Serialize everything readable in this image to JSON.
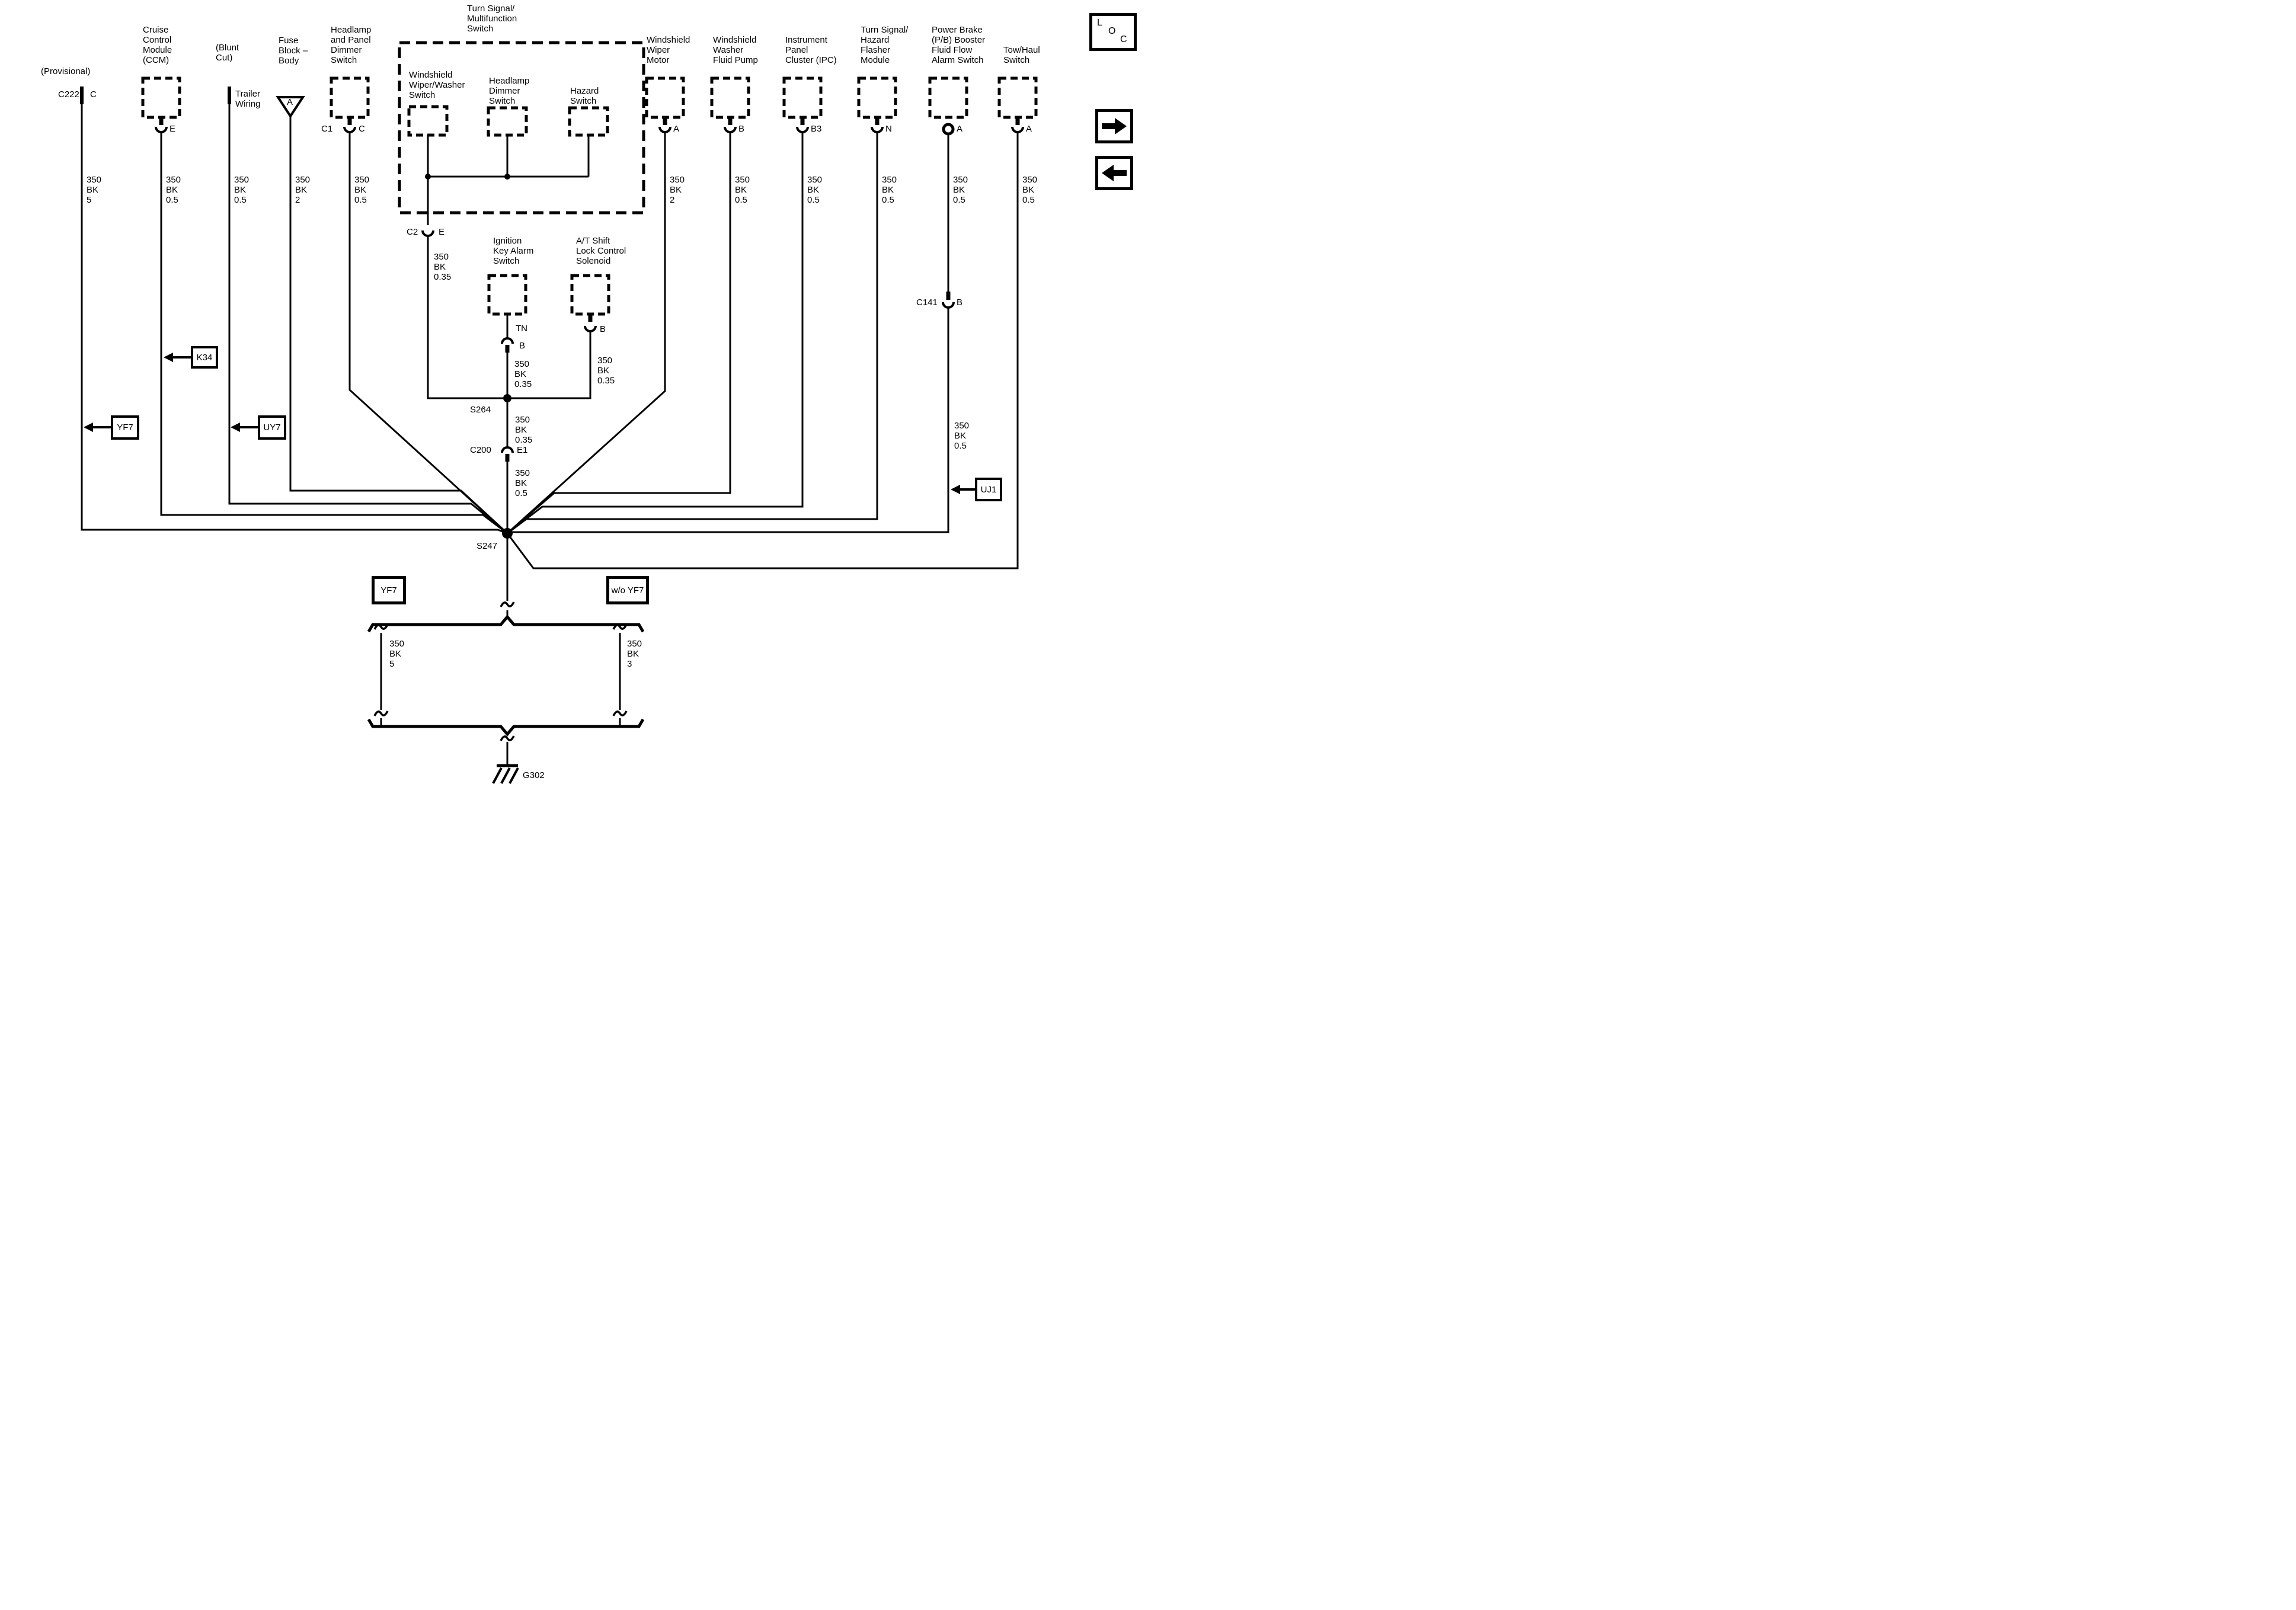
{
  "nav": {
    "loc_letters": [
      "L",
      "O",
      "C"
    ]
  },
  "components": {
    "c222": {
      "note": "(Provisional)",
      "name": "C222",
      "pin": "C"
    },
    "ccm": {
      "label": "Cruise\nControl\nModule\n(CCM)",
      "pin": "E"
    },
    "trailer": {
      "note": "(Blunt\nCut)",
      "label": "Trailer\nWiring"
    },
    "fuse": {
      "label": "Fuse\nBlock –\nBody",
      "tag": "A"
    },
    "hdps": {
      "label": "Headlamp\nand Panel\nDimmer\nSwitch",
      "conn": "C1",
      "pin": "C"
    },
    "mfs": {
      "title": "Turn Signal/\nMultifunction\nSwitch",
      "wiper_washer": "Windshield\nWiper/Washer\nSwitch",
      "headlamp_dimmer": "Headlamp\nDimmer\nSwitch",
      "hazard": "Hazard\nSwitch"
    },
    "wiper_motor": {
      "label": "Windshield\nWiper\nMotor",
      "pin": "A"
    },
    "washer_pump": {
      "label": "Windshield\nWasher\nFluid Pump",
      "pin": "B"
    },
    "ipc": {
      "label": "Instrument\nPanel\nCluster (IPC)",
      "pin": "B3"
    },
    "flasher": {
      "label": "Turn Signal/\nHazard\nFlasher\nModule",
      "pin": "N"
    },
    "power_brake": {
      "label": "Power Brake\n(P/B) Booster\nFluid Flow\nAlarm Switch",
      "pin": "A"
    },
    "tow_haul": {
      "label": "Tow/Haul\nSwitch",
      "pin": "A"
    },
    "ignition": {
      "label": "Ignition\nKey Alarm\nSwitch",
      "wire_color": "TN",
      "pin": "B"
    },
    "at_shift": {
      "label": "A/T Shift\nLock Control\nSolenoid",
      "pin": "B"
    }
  },
  "wires": {
    "c222": "350\nBK\n5",
    "ccm": "350\nBK\n0.5",
    "trailer": "350\nBK\n0.5",
    "fuse": "350\nBK\n2",
    "hdps": "350\nBK\n0.5",
    "wiper_motor": "350\nBK\n2",
    "washer_pump": "350\nBK\n0.5",
    "ipc": "350\nBK\n0.5",
    "flasher": "350\nBK\n0.5",
    "power_brake": "350\nBK\n0.5",
    "tow_haul": "350\nBK\n0.5",
    "c2_drop": "350\nBK\n0.35",
    "ignition_drop": "350\nBK\n0.35",
    "at_drop": "350\nBK\n0.35",
    "s264_c200": "350\nBK\n0.35",
    "c200_s247": "350\nBK\n0.5",
    "pb_lower": "350\nBK\n0.5",
    "branch_left": "350\nBK\n5",
    "branch_right": "350\nBK\n3"
  },
  "connectors": {
    "c2": {
      "name": "C2",
      "pin": "E"
    },
    "c200": {
      "name": "C200",
      "pin": "E1"
    },
    "c141": {
      "name": "C141",
      "pin": "B"
    }
  },
  "splices": {
    "s264": "S264",
    "s247": "S247"
  },
  "ground": {
    "name": "G302"
  },
  "callouts": {
    "k34": "K34",
    "yf7": "YF7",
    "uy7": "UY7",
    "uj1": "UJ1"
  },
  "branch": {
    "yf7": "YF7",
    "wo_yf7": "w/o YF7"
  }
}
